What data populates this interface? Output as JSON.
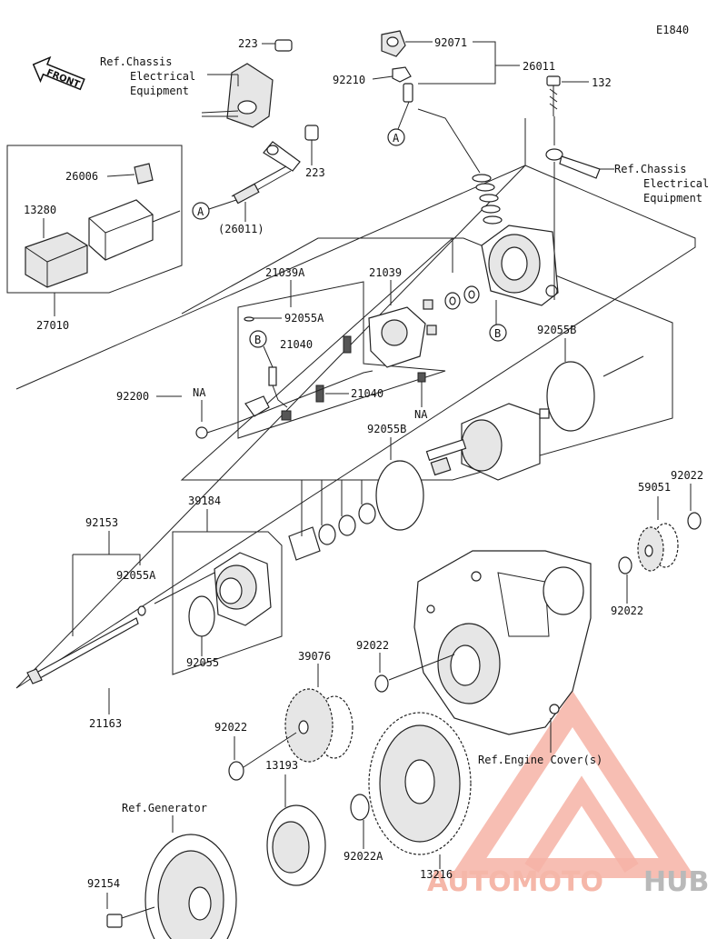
{
  "diagram_code": "E1840",
  "front_label": "FRONT",
  "labels": {
    "p223a": "223",
    "p223b": "223",
    "ref_chassis_1": [
      "Ref.Chassis",
      "Electrical",
      "Equipment"
    ],
    "ref_chassis_2": [
      "Ref.Chassis",
      "Electrical",
      "Equipment"
    ],
    "p92071": "92071",
    "p92210": "92210",
    "p26011": "26011",
    "p132": "132",
    "p26006": "26006",
    "p13280": "13280",
    "p26011b": "(26011)",
    "p27010": "27010",
    "callout_a": "A",
    "callout_b": "B",
    "p21039A": "21039A",
    "p21039": "21039",
    "p92055A_top": "92055A",
    "p21040a": "21040",
    "p21040b": "21040",
    "na": "NA",
    "p92200": "92200",
    "p92055B_right": "92055B",
    "p92055B_mid": "92055B",
    "p39184": "39184",
    "p92153": "92153",
    "p92055A_low": "92055A",
    "p92055": "92055",
    "p21163": "21163",
    "p59051": "59051",
    "p92022_right_top": "92022",
    "p92022_right": "92022",
    "p92022_mid": "92022",
    "p39076": "39076",
    "p92022_left": "92022",
    "p13193": "13193",
    "ref_engine_cover": "Ref.Engine Cover(s)",
    "ref_generator": "Ref.Generator",
    "p92154": "92154",
    "p92022A": "92022A",
    "p13216": "13216"
  },
  "watermark": {
    "part1": "AUTOMOTO",
    "part2": "HUB",
    "accent_color": "#f5a090",
    "gray_color": "#b0b0b0"
  }
}
